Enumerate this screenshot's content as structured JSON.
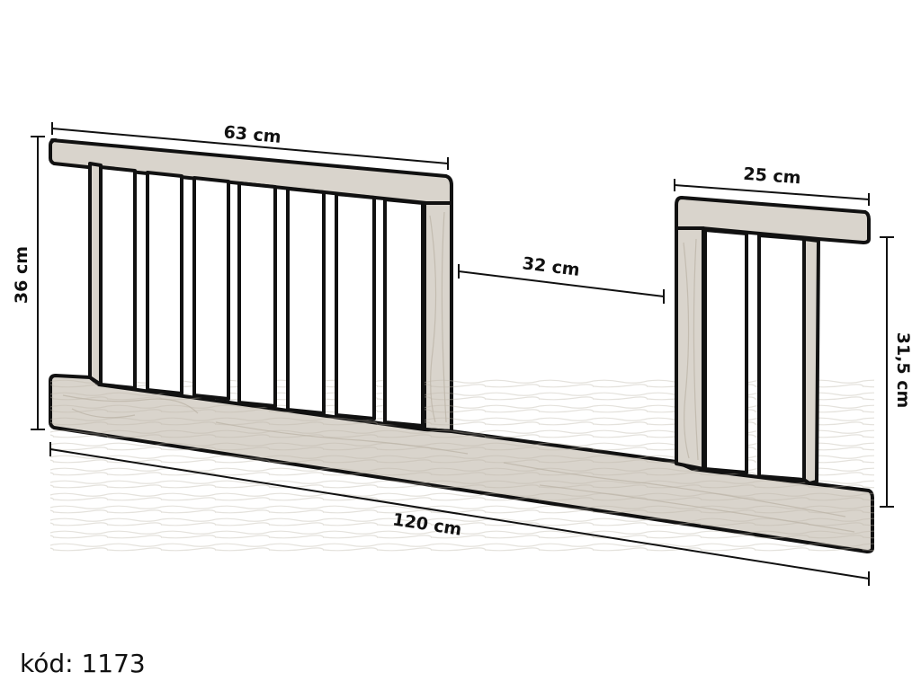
{
  "dimensions": {
    "top_left_width": "63 cm",
    "right_section_width": "25 cm",
    "gap_width": "32 cm",
    "left_height": "36 cm",
    "right_height": "31,5 cm",
    "total_length": "120 cm"
  },
  "product_code": "kód: 1173",
  "colors": {
    "wood": "#d9d4cc",
    "outline": "#111111",
    "background": "#ffffff"
  }
}
